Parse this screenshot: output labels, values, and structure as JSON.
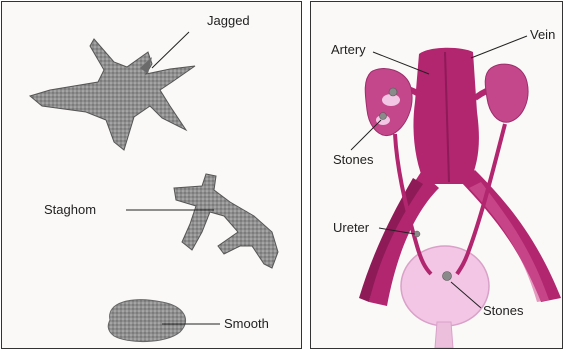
{
  "stone_types": {
    "jagged": "Jagged",
    "staghorn": "Staghom",
    "smooth": "Smooth"
  },
  "anatomy": {
    "artery": "Artery",
    "vein": "Vein",
    "stones_kidney": "Stones",
    "ureter": "Ureter",
    "stones_bladder": "Stones"
  },
  "colors": {
    "vessel": "#b2256f",
    "vessel_dark": "#8e1a58",
    "kidney": "#c5478b",
    "bladder": "#f2c6e4",
    "stone_gray": "#8a8a8a"
  }
}
